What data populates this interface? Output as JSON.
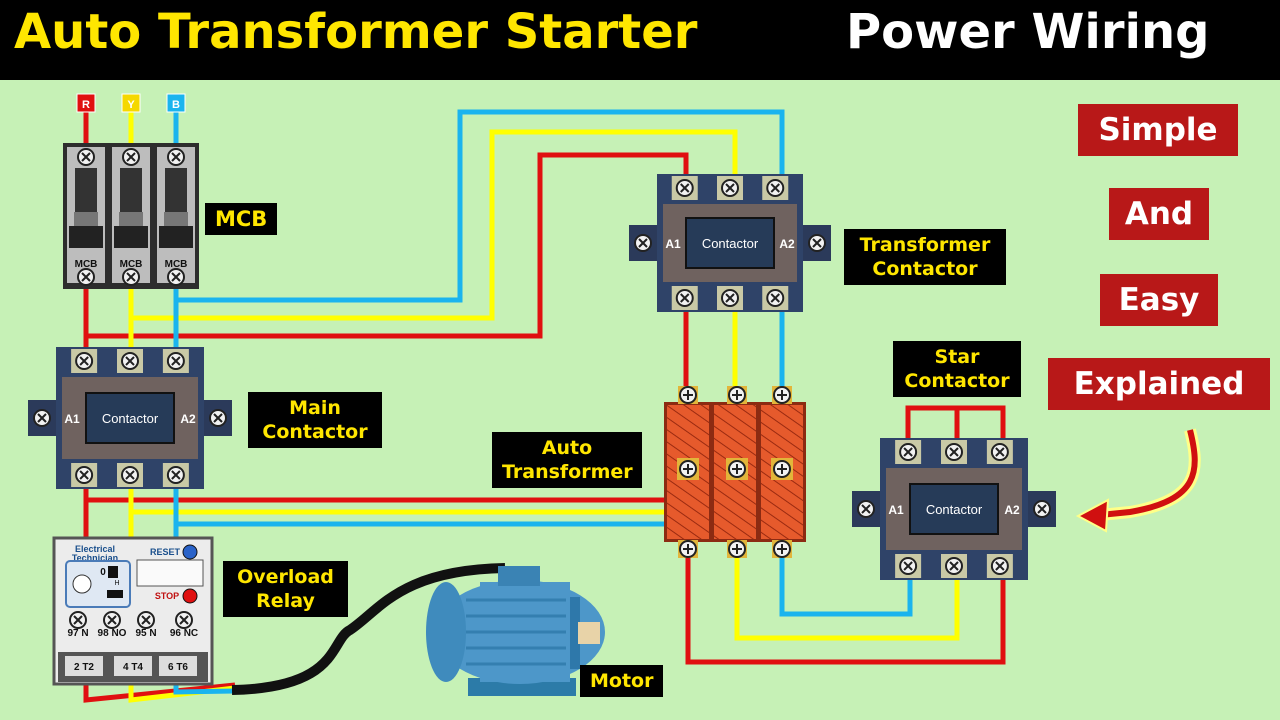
{
  "title": {
    "part1": "Auto Transformer Starter",
    "part2": "Power Wiring"
  },
  "phases": {
    "r": "R",
    "y": "Y",
    "b": "B"
  },
  "mcb": {
    "unit_label": "MCB",
    "label": "MCB"
  },
  "contactor": {
    "body_label": "Contactor",
    "a1": "A1",
    "a2": "A2"
  },
  "labels": {
    "main_contactor": [
      "Main",
      "Contactor"
    ],
    "transformer_contactor": [
      "Transformer",
      "Contactor"
    ],
    "star_contactor": [
      "Star",
      "Contactor"
    ],
    "auto_transformer": [
      "Auto",
      "Transformer"
    ],
    "overload_relay": [
      "Overload",
      "Relay"
    ],
    "motor": "Motor"
  },
  "overload": {
    "brand": [
      "Electrical",
      "Technician"
    ],
    "reset": "RESET",
    "stop": "STOP",
    "indicator_0": "0",
    "indicator_h": "H",
    "aux_terminals": [
      "97 N",
      "98 NO",
      "95 N",
      "96 NC"
    ],
    "out_terminals": [
      "2 T2",
      "4 T4",
      "6 T6"
    ]
  },
  "side_boxes": [
    "Simple",
    "And",
    "Easy",
    "Explained"
  ],
  "colors": {
    "red": "#e01010",
    "yellow": "#ffff00",
    "blue": "#1ab4ee",
    "background": "#c6f1b6",
    "label_bg": "#000000",
    "label_text": "#ffe600",
    "badge": "#b81818"
  }
}
